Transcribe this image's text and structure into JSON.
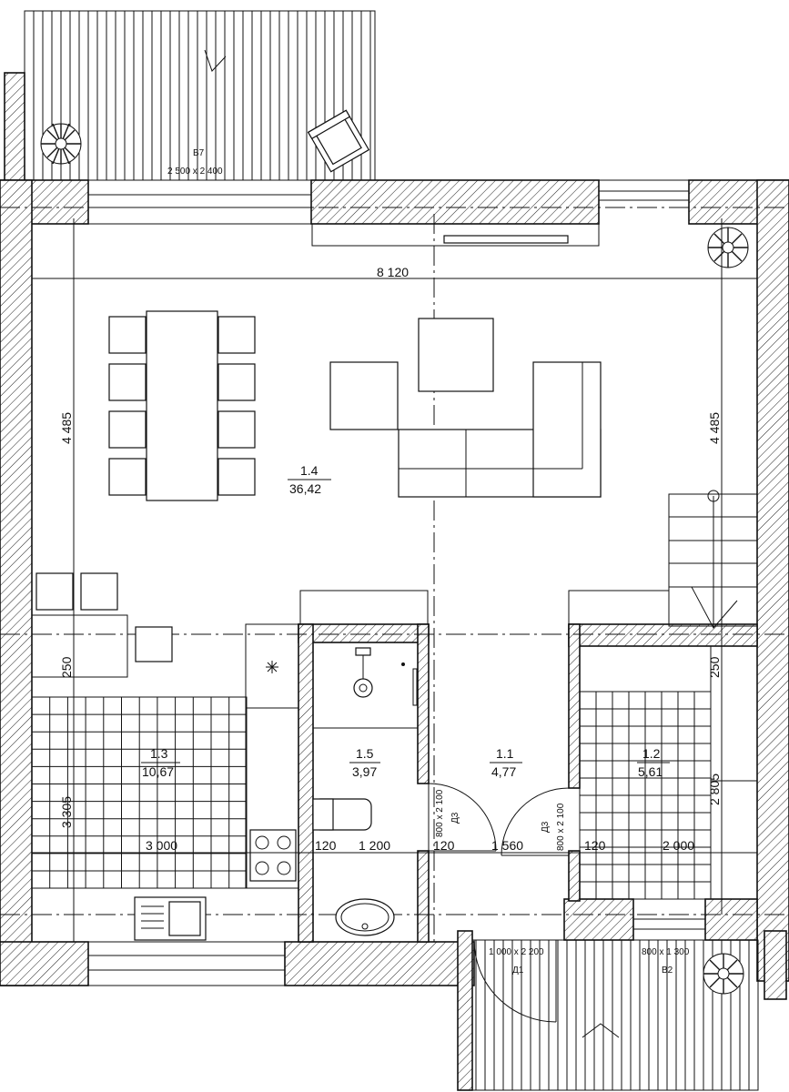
{
  "rooms": [
    {
      "number": "1.4",
      "area": "36,42"
    },
    {
      "number": "1.3",
      "area": "10,67"
    },
    {
      "number": "1.5",
      "area": "3,97"
    },
    {
      "number": "1.1",
      "area": "4,77"
    },
    {
      "number": "1.2",
      "area": "5,61"
    }
  ],
  "openings": {
    "b7_name": "B7",
    "b7_size": "2 500 x 2 400",
    "d1_name": "Д1",
    "d1_size": "1 000 x 2 200",
    "b2_name": "B2",
    "b2_size": "800 x 1 300",
    "d3_left_name": "Д3",
    "d3_left_size": "800 x 2 100",
    "d3_right_name": "Д3",
    "d3_right_size": "800 x 2 100"
  },
  "dimensions": {
    "top_width": "8 120",
    "left_height": "4 485",
    "right_height": "4 485",
    "kitchen_width": "3 000",
    "kitchen_height": "3 305",
    "wall_120_a": "120",
    "bath_width": "1 200",
    "wall_120_b": "120",
    "hall_width": "1 560",
    "wall_120_c": "120",
    "room_width": "2 000",
    "room_height": "2 805",
    "offset_left": "250",
    "offset_right": "250"
  }
}
